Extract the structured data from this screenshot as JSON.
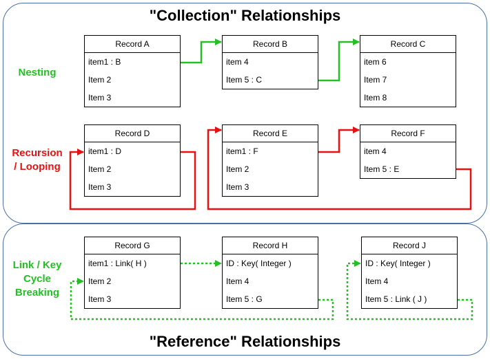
{
  "titles": {
    "collection": "\"Collection\" Relationships",
    "reference": "\"Reference\" Relationships"
  },
  "labels": {
    "nesting": "Nesting",
    "recursion_1": "Recursion",
    "recursion_2": "/ Looping",
    "link_1": "Link / Key",
    "link_2": "Cycle",
    "link_3": "Breaking"
  },
  "colors": {
    "green": "#22c022",
    "red": "#e81010",
    "panel_border": "#4a6fa5"
  },
  "records": {
    "a": {
      "title": "Record A",
      "items": [
        "item1 : B",
        "Item 2",
        "Item 3"
      ]
    },
    "b": {
      "title": "Record B",
      "items": [
        "item 4",
        "Item 5 : C"
      ]
    },
    "c": {
      "title": "Record C",
      "items": [
        "item 6",
        "Item 7",
        "Item 8"
      ]
    },
    "d": {
      "title": "Record D",
      "items": [
        "item1 : D",
        "Item 2",
        "Item 3"
      ]
    },
    "e": {
      "title": "Record E",
      "items": [
        "item1 : F",
        "Item 2",
        "Item 3"
      ]
    },
    "f": {
      "title": "Record F",
      "items": [
        "item 4",
        "Item 5 : E"
      ]
    },
    "g": {
      "title": "Record G",
      "items": [
        "item1 : Link( H )",
        "Item 2",
        "Item 3"
      ]
    },
    "h": {
      "title": "Record H",
      "items": [
        "ID : Key( Integer )",
        "Item 4",
        "Item 5 : G"
      ]
    },
    "j": {
      "title": "Record J",
      "items": [
        "ID : Key( Integer )",
        "Item 4",
        "Item 5 : Link ( J )"
      ]
    }
  }
}
